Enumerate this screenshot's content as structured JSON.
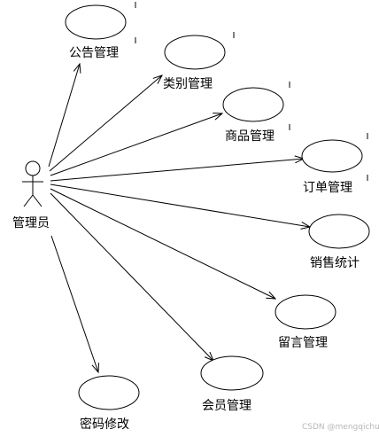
{
  "actor": {
    "label": "管理员"
  },
  "use_cases": [
    {
      "id": "announcement",
      "label": "公告管理"
    },
    {
      "id": "category",
      "label": "类别管理"
    },
    {
      "id": "product",
      "label": "商品管理"
    },
    {
      "id": "order",
      "label": "订单管理"
    },
    {
      "id": "sales-stats",
      "label": "销售统计"
    },
    {
      "id": "message",
      "label": "留言管理"
    },
    {
      "id": "member",
      "label": "会员管理"
    },
    {
      "id": "password-change",
      "label": "密码修改"
    }
  ],
  "watermark": "CSDN @mengqichu",
  "colors": {
    "stroke": "#000000",
    "background": "#ffffff",
    "watermark": "#b7b7b7"
  }
}
